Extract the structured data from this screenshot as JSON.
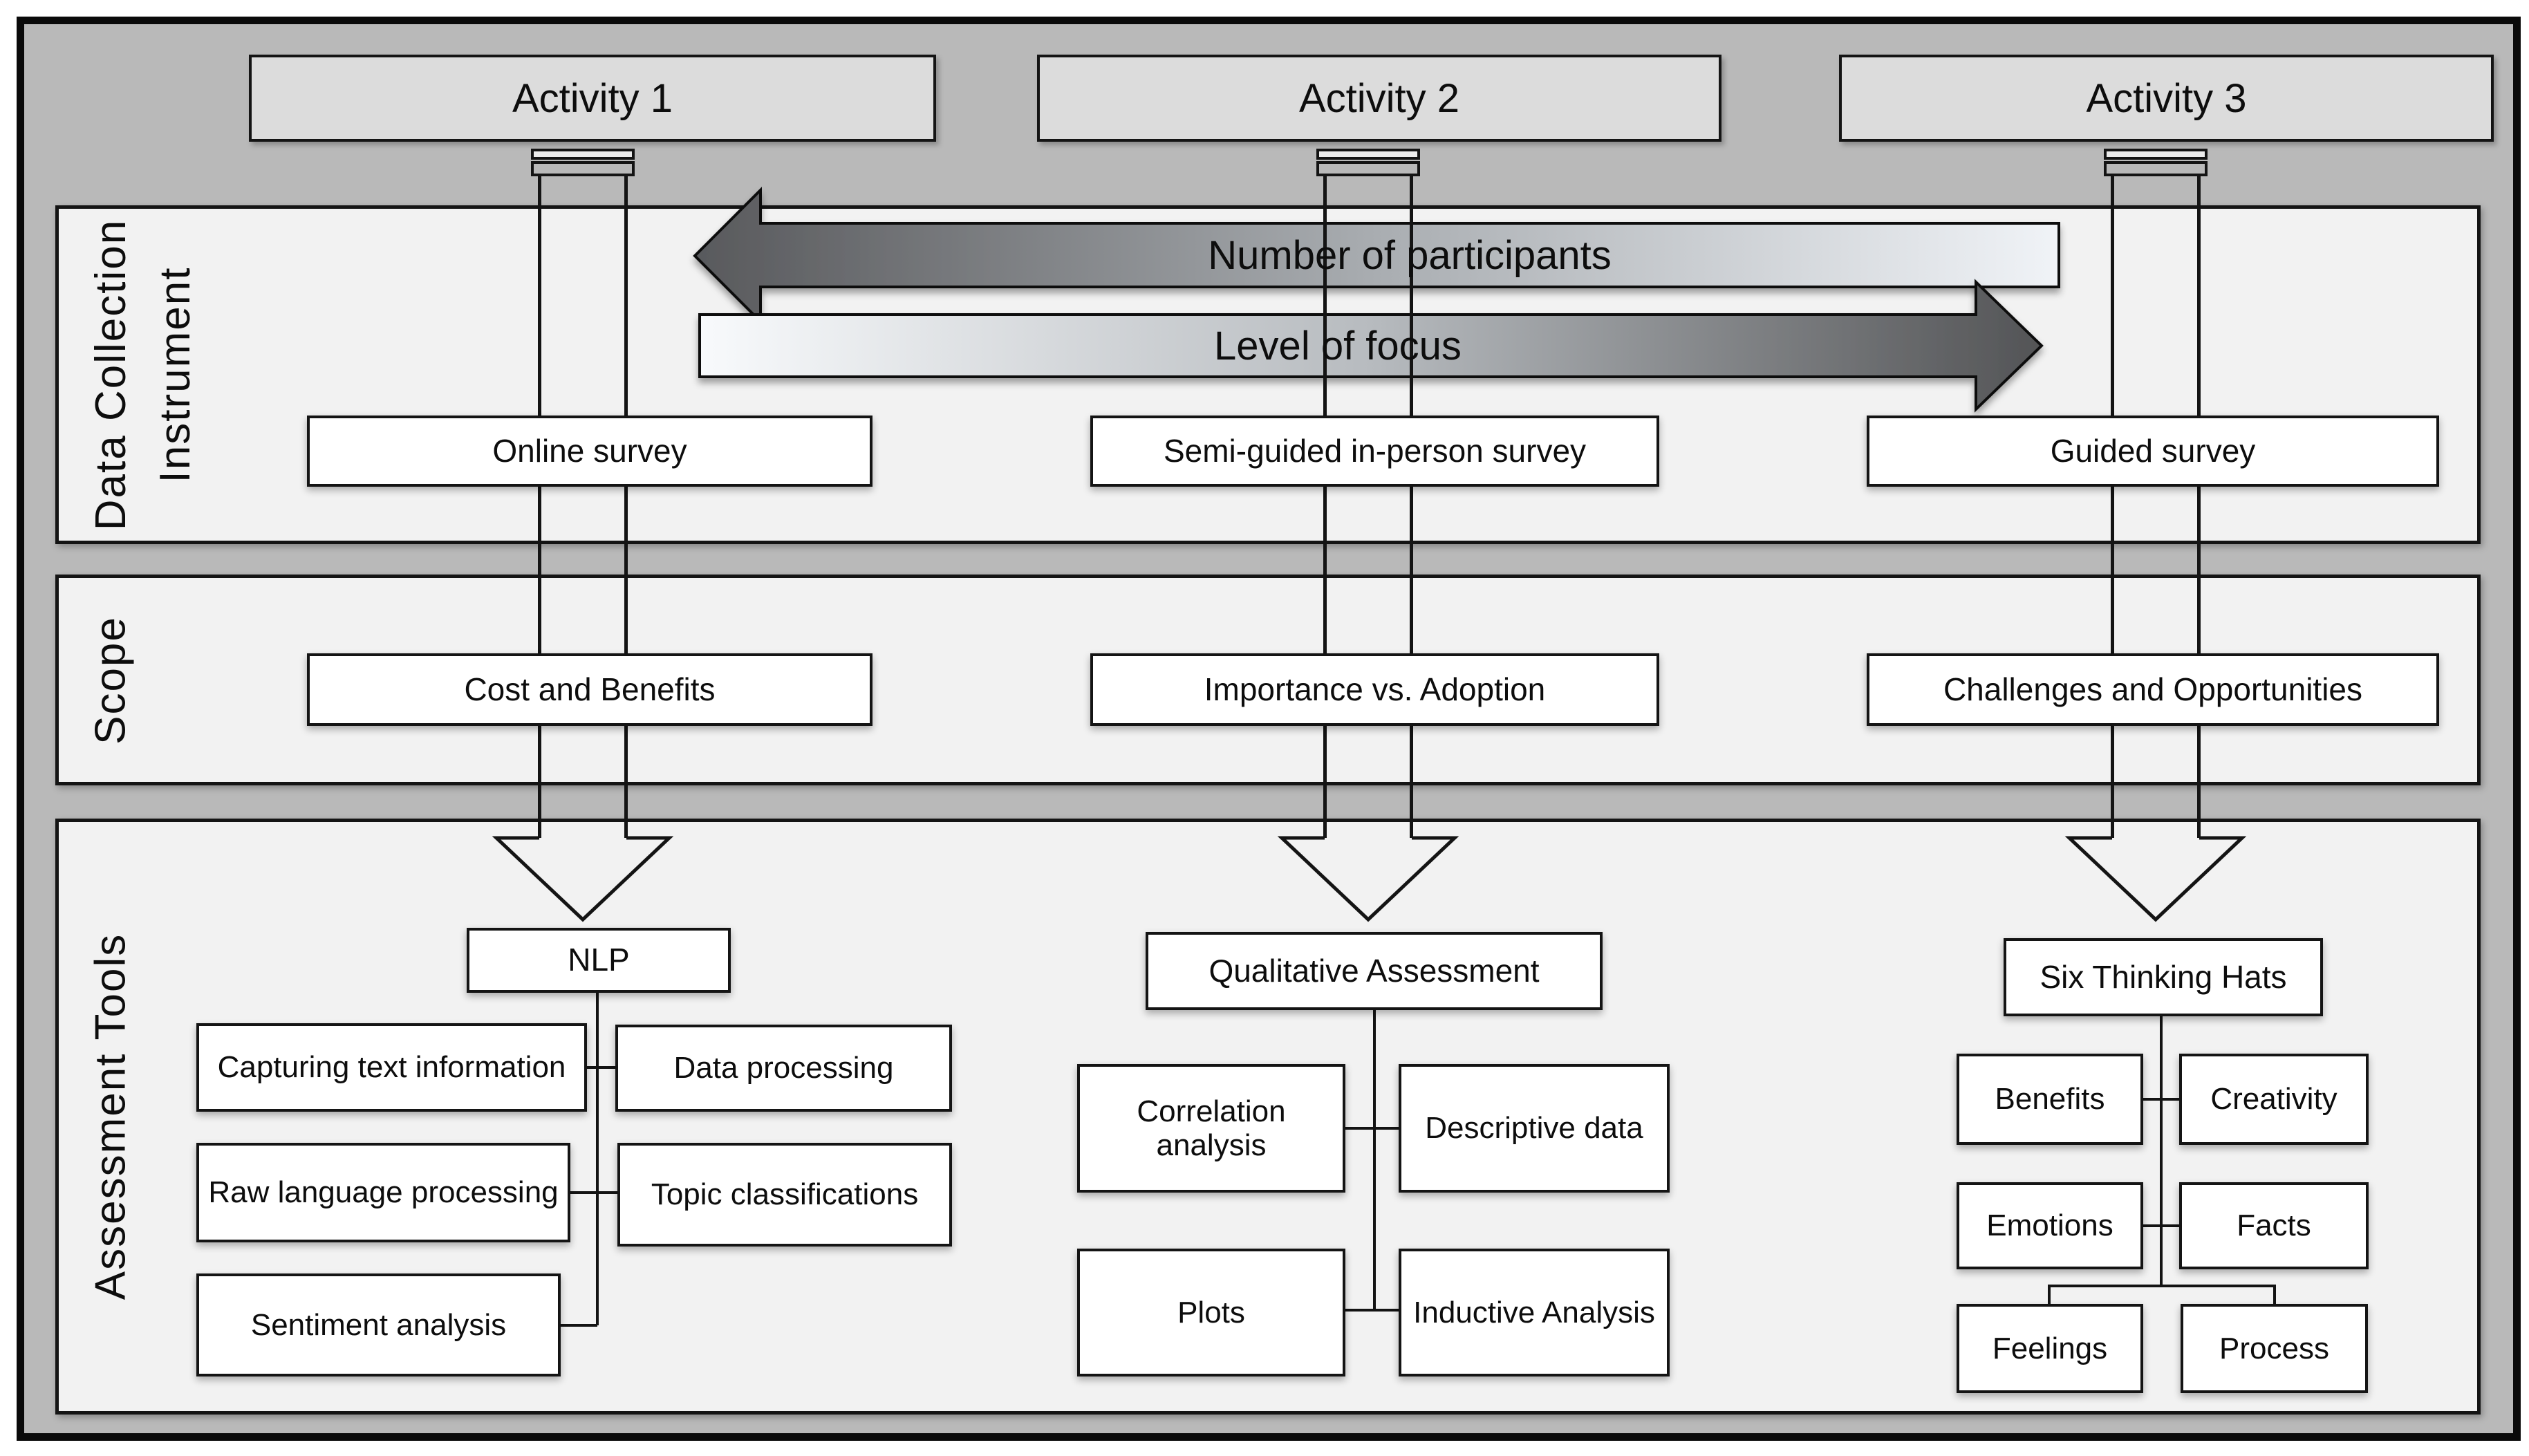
{
  "diagram": {
    "activities": [
      "Activity 1",
      "Activity 2",
      "Activity 3"
    ],
    "arrows": {
      "participants": "Number of participants",
      "focus": "Level of focus"
    },
    "rows": {
      "instrument": {
        "label_line1": "Data Collection",
        "label_line2": "Instrument",
        "boxes": [
          "Online survey",
          "Semi-guided in-person survey",
          "Guided survey"
        ]
      },
      "scope": {
        "label": "Scope",
        "boxes": [
          "Cost and Benefits",
          "Importance vs. Adoption",
          "Challenges and Opportunities"
        ]
      },
      "tools": {
        "label": "Assessment Tools",
        "trees": [
          {
            "root": "NLP",
            "children": [
              "Capturing text information",
              "Data processing",
              "Raw language processing",
              "Topic classifications",
              "Sentiment analysis"
            ]
          },
          {
            "root": "Qualitative Assessment",
            "children": [
              "Correlation analysis",
              "Descriptive data",
              "Plots",
              "Inductive Analysis"
            ]
          },
          {
            "root": "Six Thinking Hats",
            "children": [
              "Benefits",
              "Creativity",
              "Emotions",
              "Facts",
              "Feelings",
              "Process"
            ]
          }
        ]
      }
    },
    "colors": {
      "band_gray": "#b9b9b9",
      "panel_gray": "#f2f2f2",
      "activity_fill": "#dcdcdc",
      "box_fill": "#ffffff",
      "line_black": "#141414",
      "arrow_dark": "#58595c",
      "arrow_light": "#f0f3f7"
    }
  }
}
